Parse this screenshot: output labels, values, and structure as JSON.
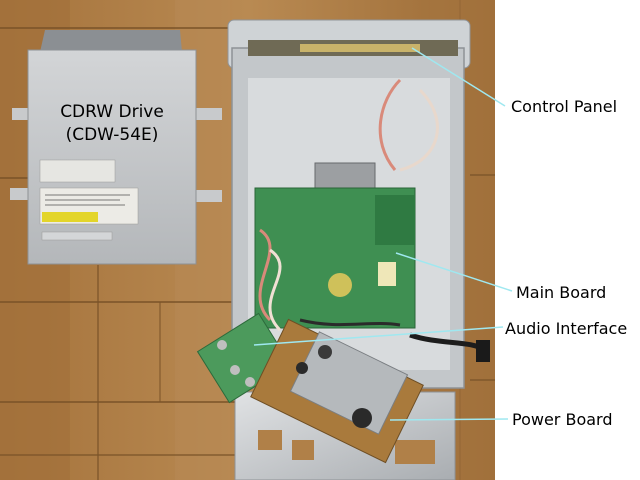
{
  "annotations": {
    "cdrw_title": "CDRW Drive",
    "cdrw_model": "(CDW-54E)",
    "control_panel": "Control Panel",
    "main_board": "Main Board",
    "audio_interface": "Audio Interface",
    "power_board": "Power Board"
  },
  "colors": {
    "wood": "#b08048",
    "wood_dark": "#8e6534",
    "pointer_line": "#9fe8f0",
    "pcb_green": "#3f8f52",
    "chassis_silver": "#c9cdd0"
  }
}
